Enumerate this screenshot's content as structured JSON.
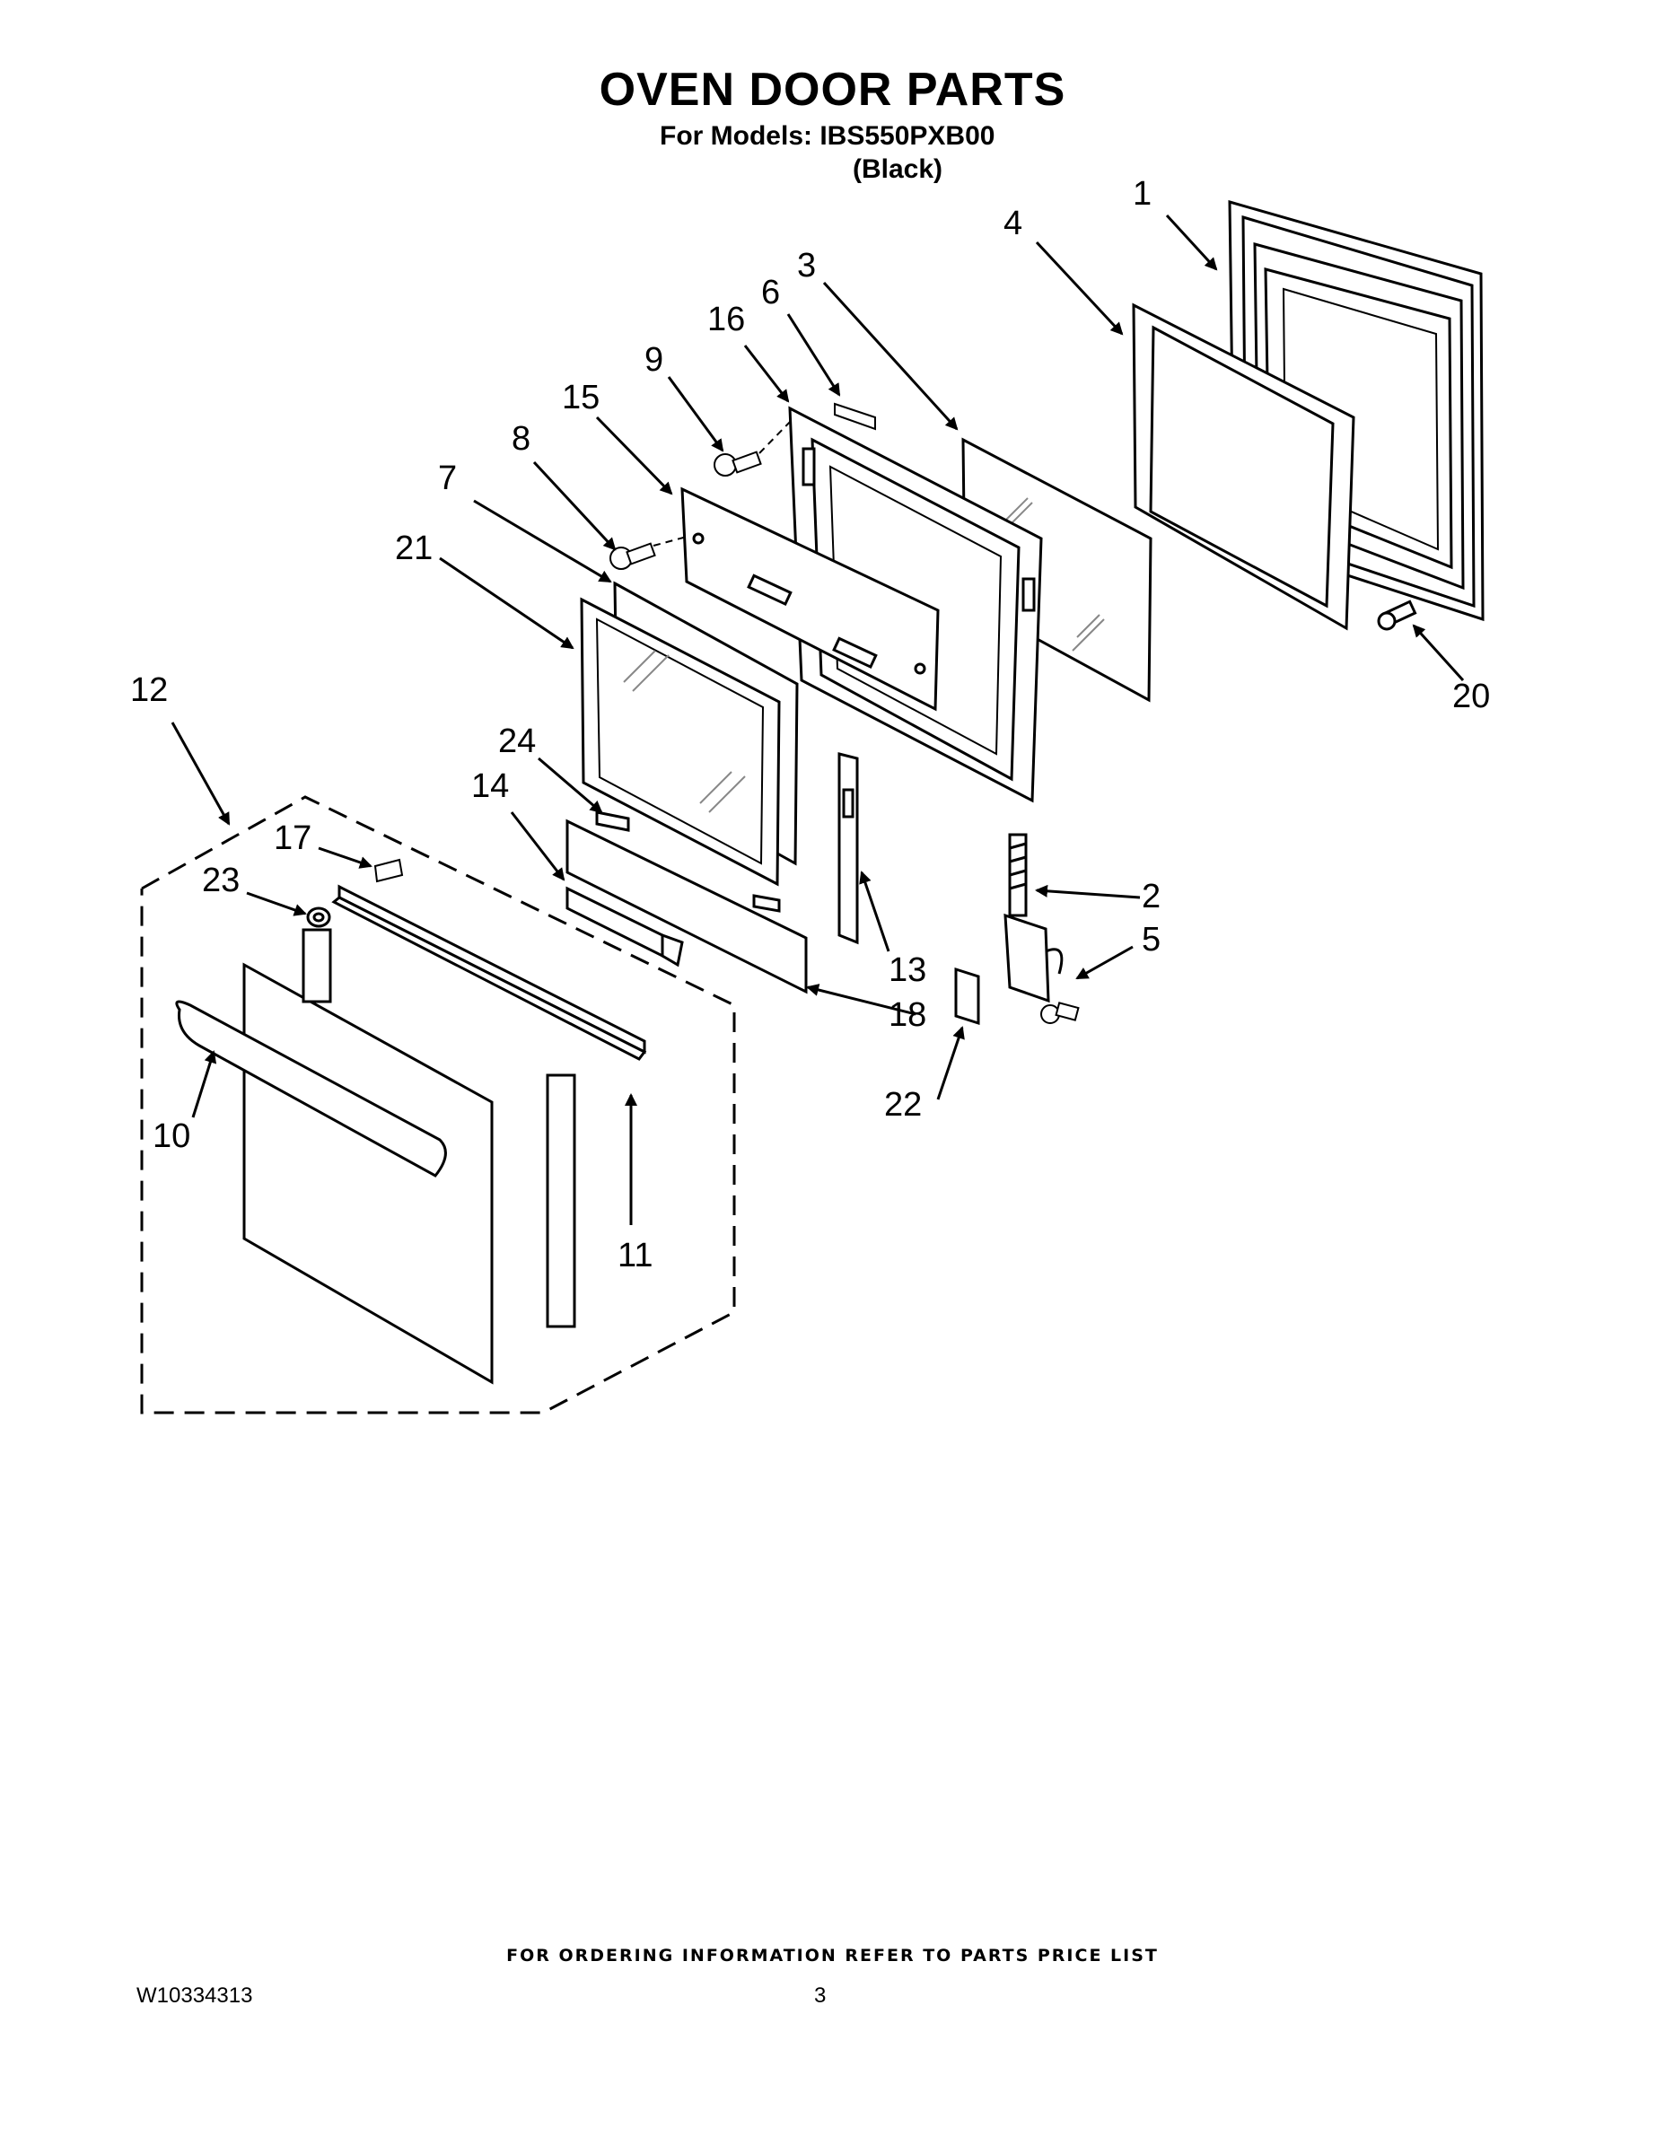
{
  "header": {
    "title": "OVEN DOOR PARTS",
    "subtitle": "For Models: IBS550PXB00",
    "variant": "(Black)"
  },
  "callouts": {
    "c1": "1",
    "c2": "2",
    "c3": "3",
    "c4": "4",
    "c5": "5",
    "c6": "6",
    "c7": "7",
    "c8": "8",
    "c9": "9",
    "c10": "10",
    "c11": "11",
    "c12": "12",
    "c13": "13",
    "c14": "14",
    "c15": "15",
    "c16": "16",
    "c17": "17",
    "c18": "18",
    "c20": "20",
    "c21": "21",
    "c22": "22",
    "c23": "23",
    "c24": "24"
  },
  "footer": {
    "note": "FOR ORDERING INFORMATION REFER TO PARTS PRICE LIST",
    "doc_number": "W10334313",
    "page_number": "3"
  },
  "colors": {
    "ink": "#000000",
    "paper": "#ffffff",
    "glass_shading": "#888888"
  }
}
